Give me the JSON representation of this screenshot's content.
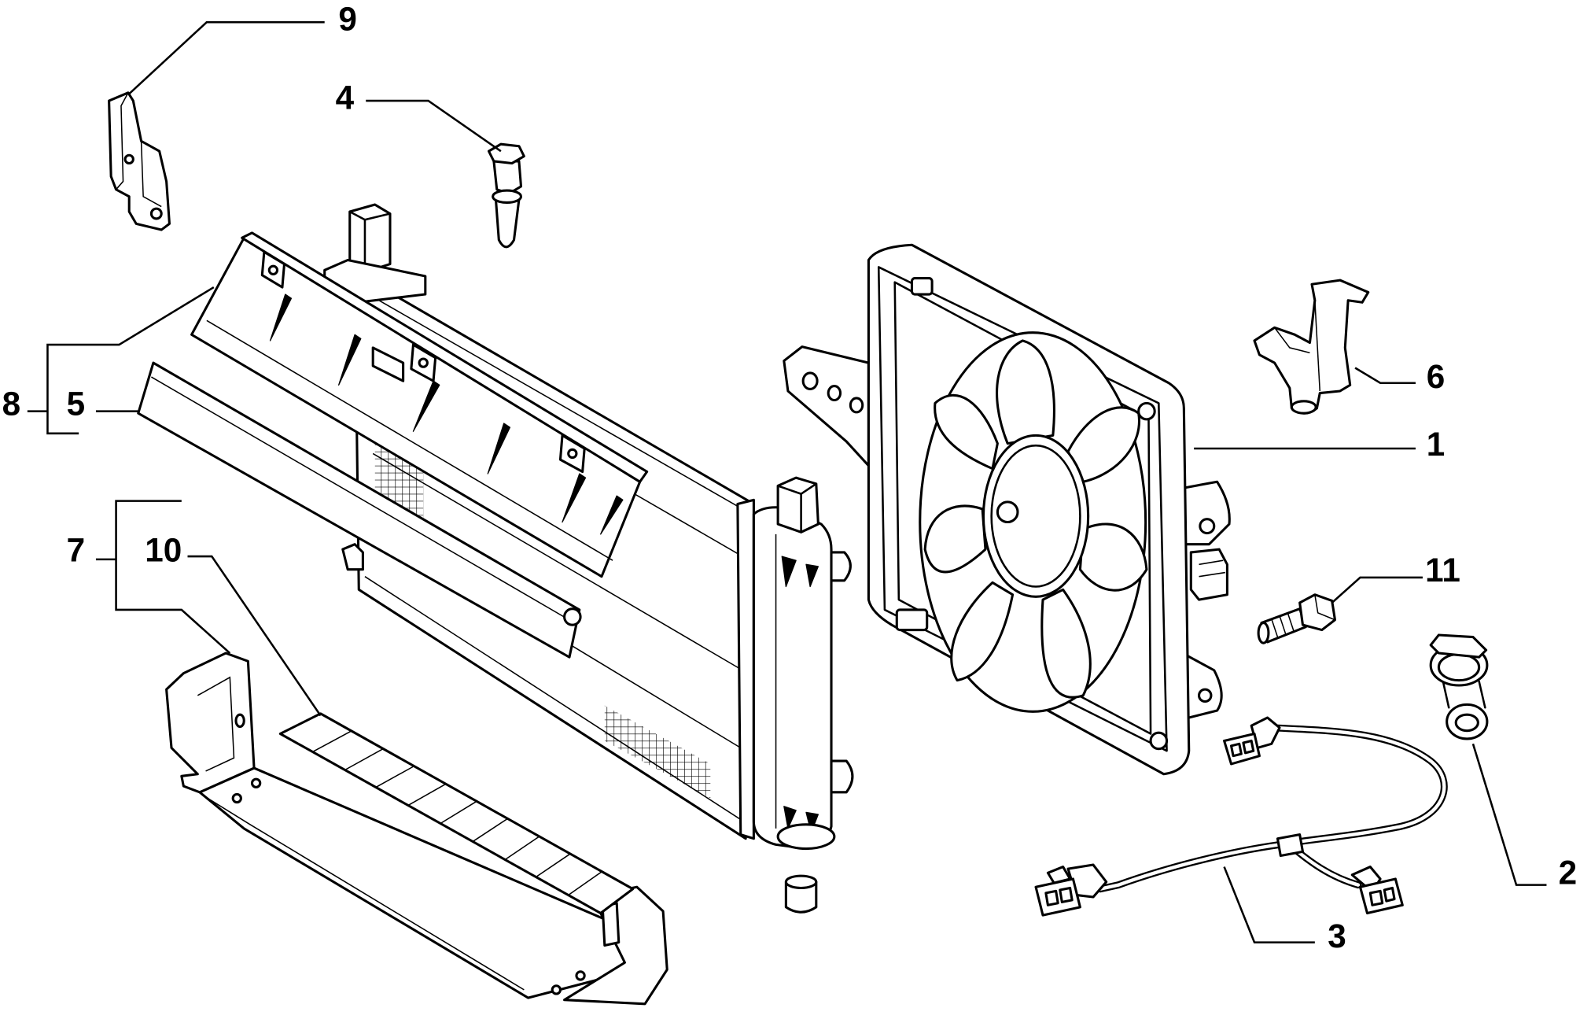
{
  "diagram": {
    "background": "#ffffff",
    "line_color": "#000000"
  },
  "callouts": [
    {
      "label": "1"
    },
    {
      "label": "2"
    },
    {
      "label": "3"
    },
    {
      "label": "4"
    },
    {
      "label": "5"
    },
    {
      "label": "6"
    },
    {
      "label": "7"
    },
    {
      "label": "8"
    },
    {
      "label": "9"
    },
    {
      "label": "10"
    },
    {
      "label": "11"
    }
  ]
}
